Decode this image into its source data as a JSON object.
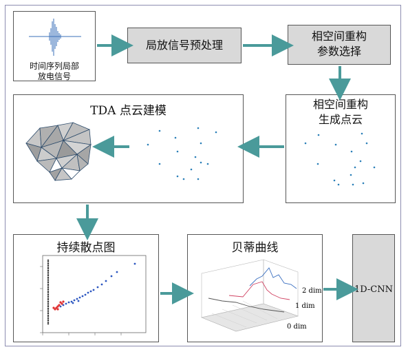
{
  "signal_label": [
    "时间序列局部",
    "放电信号"
  ],
  "preprocess": "局放信号预处理",
  "param_select": [
    "相空间重构",
    "参数选择"
  ],
  "point_cloud_gen": [
    "相空间重构",
    "生成点云"
  ],
  "tda_title": "TDA 点云建模",
  "persist_title": "持续散点图",
  "betti_title": "贝蒂曲线",
  "betti_labels": [
    "2 dim",
    "1 dim",
    "0 dim"
  ],
  "cnn": "1D-CNN",
  "colors": {
    "arrow": "#4a9a9a",
    "box_gray": "#d9d9d9",
    "points": "#2a7fb8",
    "red": "#e03030",
    "blue": "#2a55c0"
  }
}
